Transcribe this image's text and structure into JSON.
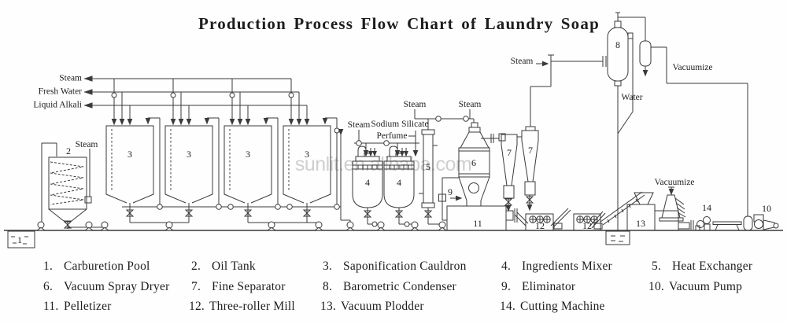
{
  "title": "Production Process Flow Chart of Laundry Soap",
  "watermark": "sunlit.en.alibaba.com",
  "diagram": {
    "labels": {
      "steam": "Steam",
      "fresh_water": "Fresh Water",
      "liquid_alkali": "Liquid Alkali",
      "sodium_silicate": "Sodium Silicate",
      "perfume": "Perfume",
      "water": "Water",
      "vacuumize": "Vacuumize"
    },
    "numbers": {
      "1": "1",
      "2": "2",
      "3": "3",
      "4": "4",
      "5": "5",
      "6": "6",
      "7": "7",
      "8": "8",
      "9": "9",
      "10": "10",
      "11": "11",
      "12": "12",
      "13": "13",
      "14": "14"
    }
  },
  "legend": {
    "items": [
      {
        "num": "1.",
        "name": "Carburetion Pool"
      },
      {
        "num": "2.",
        "name": "Oil Tank"
      },
      {
        "num": "3.",
        "name": "Saponification Cauldron"
      },
      {
        "num": "4.",
        "name": "Ingredients Mixer"
      },
      {
        "num": "5.",
        "name": "Heat Exchanger"
      },
      {
        "num": "6.",
        "name": "Vacuum Spray Dryer"
      },
      {
        "num": "7.",
        "name": "Fine Separator"
      },
      {
        "num": "8.",
        "name": "Barometric Condenser"
      },
      {
        "num": "9.",
        "name": "Eliminator"
      },
      {
        "num": "10.",
        "name": "Vacuum Pump"
      },
      {
        "num": "11.",
        "name": "Pelletizer"
      },
      {
        "num": "12.",
        "name": "Three-roller Mill"
      },
      {
        "num": "13.",
        "name": "Vacuum Plodder"
      },
      {
        "num": "14.",
        "name": "Cutting Machine"
      }
    ]
  },
  "colors": {
    "line": "#3a3a3a",
    "text": "#1f1f1f",
    "watermark": "#c7c7c7",
    "background": "#fefefe"
  }
}
